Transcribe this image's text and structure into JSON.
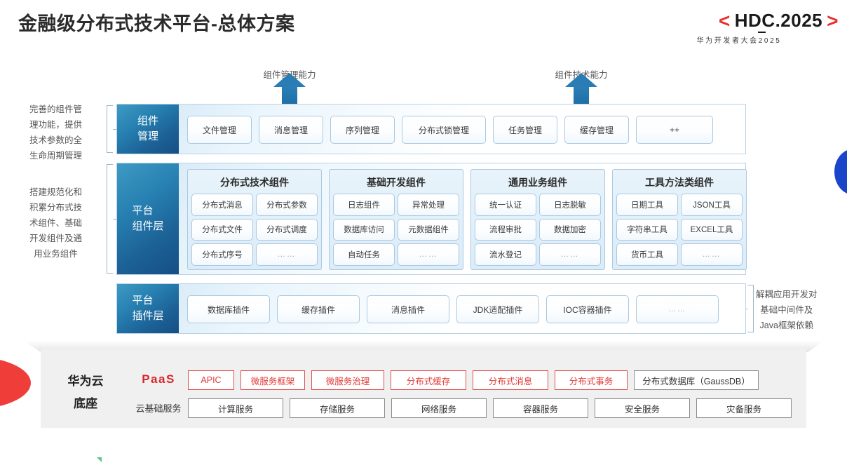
{
  "header": {
    "title": "金融级分布式技术平台-总体方案",
    "logo_bracket_left": "<",
    "logo_bracket_right": ">",
    "logo_main": "HDC.2025",
    "logo_sub": "华为开发者大会2025"
  },
  "capabilities": [
    {
      "label": "组件管理能力"
    },
    {
      "label": "组件技术能力"
    }
  ],
  "notes": {
    "left_1": "完善的组件管\n理功能，提供\n技术参数的全\n生命周期管理",
    "left_2": "搭建规范化和\n积累分布式技\n术组件、基础\n开发组件及通\n用业务组件",
    "right_1": "解耦应用开发对\n基础中间件及\nJava框架依赖"
  },
  "layers": {
    "management": {
      "tag": "组件\n管理",
      "chips": [
        {
          "label": "文件管理",
          "width": 92
        },
        {
          "label": "消息管理",
          "width": 92
        },
        {
          "label": "序列管理",
          "width": 92
        },
        {
          "label": "分布式锁管理",
          "width": 120
        },
        {
          "label": "任务管理",
          "width": 92
        },
        {
          "label": "缓存管理",
          "width": 92
        },
        {
          "label": "++",
          "width": 110
        }
      ]
    },
    "component": {
      "tag": "平台\n组件层",
      "groups": [
        {
          "title": "分布式技术组件",
          "items": [
            "分布式消息",
            "分布式参数",
            "分布式文件",
            "分布式调度",
            "分布式序号",
            "……"
          ]
        },
        {
          "title": "基础开发组件",
          "items": [
            "日志组件",
            "异常处理",
            "数据库访问",
            "元数据组件",
            "自动任务",
            "……"
          ]
        },
        {
          "title": "通用业务组件",
          "items": [
            "统一认证",
            "日志脱敏",
            "流程审批",
            "数据加密",
            "流水登记",
            "……"
          ]
        },
        {
          "title": "工具方法类组件",
          "items": [
            "日期工具",
            "JSON工具",
            "字符串工具",
            "EXCEL工具",
            "货币工具",
            "……"
          ]
        }
      ]
    },
    "plugin": {
      "tag": "平台\n插件层",
      "chips": [
        {
          "label": "数据库插件"
        },
        {
          "label": "缓存插件"
        },
        {
          "label": "消息插件"
        },
        {
          "label": "JDK适配插件"
        },
        {
          "label": "IOC容器插件"
        },
        {
          "label": "……"
        }
      ]
    }
  },
  "base": {
    "title": "华为云\n底座",
    "paas_label": "PaaS",
    "infra_label": "云基础服务",
    "paas_chips": [
      {
        "label": "APIC",
        "width": 66,
        "style": "red"
      },
      {
        "label": "微服务框架",
        "width": 92,
        "style": "red"
      },
      {
        "label": "微服务治理",
        "width": 104,
        "style": "red"
      },
      {
        "label": "分布式缓存",
        "width": 108,
        "style": "red"
      },
      {
        "label": "分布式消息",
        "width": 108,
        "style": "red"
      },
      {
        "label": "分布式事务",
        "width": 104,
        "style": "red"
      },
      {
        "label": "分布式数据库（GaussDB）",
        "width": 178,
        "style": "neutral"
      }
    ],
    "infra_chips": [
      {
        "label": "计算服务"
      },
      {
        "label": "存储服务"
      },
      {
        "label": "网络服务"
      },
      {
        "label": "容器服务"
      },
      {
        "label": "安全服务"
      },
      {
        "label": "灾备服务"
      }
    ]
  },
  "colors": {
    "accent_red": "#e8302f",
    "layer_blue_light": "#3f9ac4",
    "layer_blue_dark": "#154f84",
    "arrow_blue": "#2a7db4",
    "panel_border": "#b9d3e6",
    "base_gray": "#f0f0f0",
    "paas_red": "#d7262a"
  }
}
